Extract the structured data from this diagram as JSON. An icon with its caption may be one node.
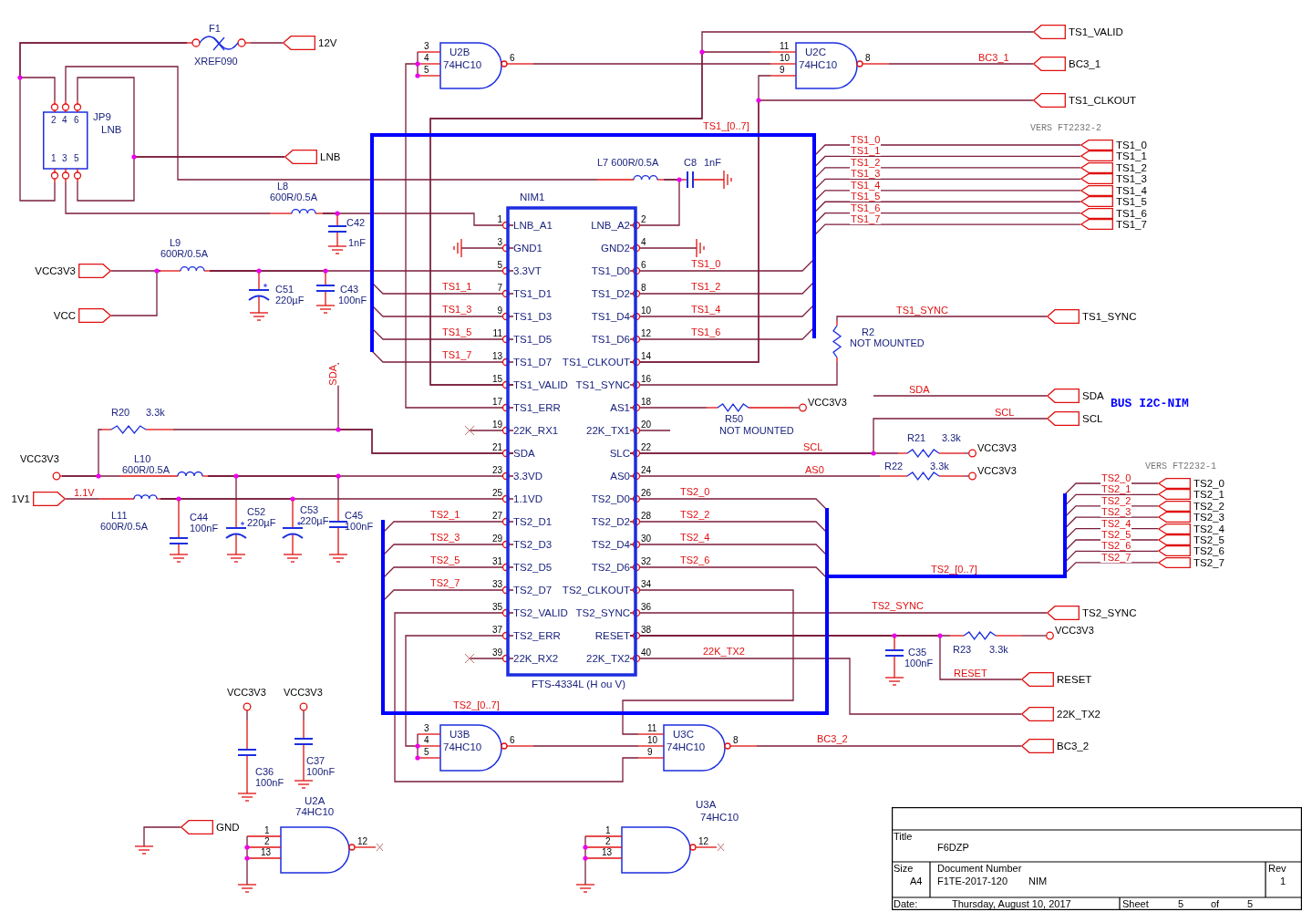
{
  "diagram": {
    "nodes": [
      {
        "text": [
          "F1",
          "XREF090"
        ]
      },
      {
        "text": [
          "12V"
        ]
      },
      {
        "text": [
          "JP9",
          "LNB",
          "2",
          "4",
          "6",
          "1",
          "3",
          "5"
        ]
      },
      {
        "text": [
          "LNB"
        ]
      },
      {
        "text": [
          "U2B",
          "74HC10",
          "3",
          "4",
          "5",
          "6"
        ]
      },
      {
        "text": [
          "U2C",
          "74HC10",
          "11",
          "10",
          "9",
          "8"
        ]
      },
      {
        "text": [
          "TS1_VALID"
        ]
      },
      {
        "text": [
          "BC3_1"
        ]
      },
      {
        "text": [
          "TS1_CLKOUT"
        ]
      },
      {
        "text": [
          "L7 600R/0.5A"
        ]
      },
      {
        "text": [
          "C8",
          "1nF"
        ]
      },
      {
        "text": [
          "L8",
          "600R/0.5A"
        ]
      },
      {
        "text": [
          "C42",
          "1nF"
        ]
      },
      {
        "text": [
          "L9",
          "600R/0.5A"
        ]
      },
      {
        "text": [
          "VCC3V3"
        ]
      },
      {
        "text": [
          "VCC"
        ]
      },
      {
        "text": [
          "C51",
          "220µF"
        ]
      },
      {
        "text": [
          "C43",
          "100nF"
        ]
      },
      {
        "text": [
          "NIM1",
          "FTS-4334L (H ou V)"
        ]
      },
      {
        "text": [
          "LNB_A1"
        ],
        "beside": [
          "1"
        ],
        "in": 18
      },
      {
        "text": [
          "LNB_A2"
        ],
        "beside": [
          "2"
        ],
        "in": 18
      },
      {
        "text": [
          "GND1"
        ],
        "beside": [
          "3"
        ],
        "in": 18
      },
      {
        "text": [
          "GND2"
        ],
        "beside": [
          "4"
        ],
        "in": 18
      },
      {
        "text": [
          "3.3VT"
        ],
        "beside": [
          "5"
        ],
        "in": 18
      },
      {
        "text": [
          "TS1_D0"
        ],
        "beside": [
          "6"
        ],
        "in": 18
      },
      {
        "text": [
          "TS1_D1"
        ],
        "beside": [
          "7"
        ],
        "in": 18
      },
      {
        "text": [
          "TS1_D2"
        ],
        "beside": [
          "8"
        ],
        "in": 18
      },
      {
        "text": [
          "TS1_D3"
        ],
        "beside": [
          "9"
        ],
        "in": 18
      },
      {
        "text": [
          "TS1_D4"
        ],
        "beside": [
          "10"
        ],
        "in": 18
      },
      {
        "text": [
          "TS1_D5"
        ],
        "beside": [
          "11"
        ],
        "in": 18
      },
      {
        "text": [
          "TS1_D6"
        ],
        "beside": [
          "12"
        ],
        "in": 18
      },
      {
        "text": [
          "TS1_D7"
        ],
        "beside": [
          "13"
        ],
        "in": 18
      },
      {
        "text": [
          "TS1_CLKOUT"
        ],
        "beside": [
          "14"
        ],
        "in": 18
      },
      {
        "text": [
          "TS1_VALID"
        ],
        "beside": [
          "15"
        ],
        "in": 18
      },
      {
        "text": [
          "TS1_SYNC"
        ],
        "beside": [
          "16"
        ],
        "in": 18
      },
      {
        "text": [
          "TS1_ERR"
        ],
        "beside": [
          "17"
        ],
        "in": 18
      },
      {
        "text": [
          "AS1"
        ],
        "beside": [
          "18"
        ],
        "in": 18
      },
      {
        "text": [
          "22K_RX1"
        ],
        "beside": [
          "19"
        ],
        "in": 18
      },
      {
        "text": [
          "22K_TX1"
        ],
        "beside": [
          "20"
        ],
        "in": 18
      },
      {
        "text": [
          "SDA"
        ],
        "beside": [
          "21"
        ],
        "in": 18
      },
      {
        "text": [
          "SLC"
        ],
        "beside": [
          "22"
        ],
        "in": 18
      },
      {
        "text": [
          "3.3VD"
        ],
        "beside": [
          "23"
        ],
        "in": 18
      },
      {
        "text": [
          "AS0"
        ],
        "beside": [
          "24"
        ],
        "in": 18
      },
      {
        "text": [
          "1.1VD"
        ],
        "beside": [
          "25"
        ],
        "in": 18
      },
      {
        "text": [
          "TS2_D0"
        ],
        "beside": [
          "26"
        ],
        "in": 18
      },
      {
        "text": [
          "TS2_D1"
        ],
        "beside": [
          "27"
        ],
        "in": 18
      },
      {
        "text": [
          "TS2_D2"
        ],
        "beside": [
          "28"
        ],
        "in": 18
      },
      {
        "text": [
          "TS2_D3"
        ],
        "beside": [
          "29"
        ],
        "in": 18
      },
      {
        "text": [
          "TS2_D4"
        ],
        "beside": [
          "30"
        ],
        "in": 18
      },
      {
        "text": [
          "TS2_D5"
        ],
        "beside": [
          "31"
        ],
        "in": 18
      },
      {
        "text": [
          "TS2_D6"
        ],
        "beside": [
          "32"
        ],
        "in": 18
      },
      {
        "text": [
          "TS2_D7"
        ],
        "beside": [
          "33"
        ],
        "in": 18
      },
      {
        "text": [
          "TS2_CLKOUT"
        ],
        "beside": [
          "34"
        ],
        "in": 18
      },
      {
        "text": [
          "TS2_VALID"
        ],
        "beside": [
          "35"
        ],
        "in": 18
      },
      {
        "text": [
          "TS2_SYNC"
        ],
        "beside": [
          "36"
        ],
        "in": 18
      },
      {
        "text": [
          "TS2_ERR"
        ],
        "beside": [
          "37"
        ],
        "in": 18
      },
      {
        "text": [
          "RESET"
        ],
        "beside": [
          "38"
        ],
        "in": 18
      },
      {
        "text": [
          "22K_RX2"
        ],
        "beside": [
          "39"
        ],
        "in": 18
      },
      {
        "text": [
          "22K_TX2"
        ],
        "beside": [
          "40"
        ],
        "in": 18
      },
      {
        "text": [
          "TS1_0"
        ]
      },
      {
        "text": [
          "TS1_1"
        ]
      },
      {
        "text": [
          "TS1_2"
        ]
      },
      {
        "text": [
          "TS1_3"
        ]
      },
      {
        "text": [
          "TS1_4"
        ]
      },
      {
        "text": [
          "TS1_5"
        ]
      },
      {
        "text": [
          "TS1_6"
        ]
      },
      {
        "text": [
          "TS1_7"
        ]
      },
      {
        "text": [
          "R2",
          "NOT MOUNTED"
        ]
      },
      {
        "text": [
          "TS1_SYNC"
        ]
      },
      {
        "text": [
          "SDA"
        ]
      },
      {
        "text": [
          "SCL"
        ]
      },
      {
        "text": [
          "R50",
          "NOT MOUNTED"
        ]
      },
      {
        "text": [
          "VCC3V3"
        ]
      },
      {
        "text": [
          "R21",
          "3.3k"
        ]
      },
      {
        "text": [
          "VCC3V3"
        ]
      },
      {
        "text": [
          "R22",
          "3.3k"
        ]
      },
      {
        "text": [
          "VCC3V3"
        ]
      },
      {
        "text": [
          "R20",
          "3.3k"
        ]
      },
      {
        "text": [
          "VCC3V3"
        ]
      },
      {
        "text": [
          "L10",
          "600R/0.5A"
        ]
      },
      {
        "text": [
          "1V1"
        ]
      },
      {
        "text": [
          "L11",
          "600R/0.5A"
        ]
      },
      {
        "text": [
          "C44",
          "100nF"
        ]
      },
      {
        "text": [
          "C52",
          "220µF"
        ]
      },
      {
        "text": [
          "C53",
          "220µF"
        ]
      },
      {
        "text": [
          "C45",
          "100nF"
        ]
      },
      {
        "text": [
          "TS2_0"
        ]
      },
      {
        "text": [
          "TS2_1"
        ]
      },
      {
        "text": [
          "TS2_2"
        ]
      },
      {
        "text": [
          "TS2_3"
        ]
      },
      {
        "text": [
          "TS2_4"
        ]
      },
      {
        "text": [
          "TS2_5"
        ]
      },
      {
        "text": [
          "TS2_6"
        ]
      },
      {
        "text": [
          "TS2_7"
        ]
      },
      {
        "text": [
          "TS2_SYNC"
        ]
      },
      {
        "text": [
          "C35",
          "100nF"
        ]
      },
      {
        "text": [
          "R23",
          "3.3k"
        ]
      },
      {
        "text": [
          "VCC3V3"
        ]
      },
      {
        "text": [
          "RESET"
        ]
      },
      {
        "text": [
          "22K_TX2"
        ]
      },
      {
        "text": [
          "U3B",
          "74HC10",
          "3",
          "4",
          "5",
          "6"
        ]
      },
      {
        "text": [
          "U3C",
          "74HC10",
          "11",
          "10",
          "9",
          "8"
        ]
      },
      {
        "text": [
          "BC3_2"
        ]
      },
      {
        "text": [
          "VCC3V3"
        ]
      },
      {
        "text": [
          "C36",
          "100nF"
        ]
      },
      {
        "text": [
          "VCC3V3"
        ]
      },
      {
        "text": [
          "C37",
          "100nF"
        ]
      },
      {
        "text": [
          "U2A",
          "74HC10",
          "1",
          "2",
          "13",
          "12"
        ]
      },
      {
        "text": [
          "GND"
        ]
      },
      {
        "text": [
          "U3A",
          "74HC10",
          "1",
          "2",
          "13",
          "12"
        ]
      }
    ],
    "edges": [
      {
        "from": 2,
        "to": 0,
        "arrow": "none"
      },
      {
        "from": 2,
        "to": 0,
        "arrow": "none"
      },
      {
        "from": 0,
        "to": 1,
        "arrow": "none"
      },
      {
        "from": 2,
        "to": 9,
        "arrow": "none"
      },
      {
        "from": 2,
        "to": 3,
        "arrow": "none"
      },
      {
        "from": 2,
        "to": 3,
        "arrow": "none"
      },
      {
        "from": 2,
        "to": 11,
        "arrow": "none"
      },
      {
        "from": 9,
        "to": 10,
        "arrow": "none"
      },
      {
        "from": 9,
        "to": 20,
        "arrow": "none"
      },
      {
        "from": 11,
        "to": 19,
        "arrow": "none"
      },
      {
        "from": 12,
        "to": 11,
        "arrow": "none"
      },
      {
        "from": 14,
        "to": 13,
        "arrow": "none"
      },
      {
        "from": 15,
        "to": 13,
        "arrow": "none"
      },
      {
        "from": 13,
        "to": 23,
        "arrow": "none"
      },
      {
        "from": 16,
        "to": 13,
        "arrow": "none"
      },
      {
        "from": 17,
        "to": 13,
        "arrow": "none"
      },
      {
        "from": 35,
        "to": 4,
        "arrow": "none"
      },
      {
        "from": 4,
        "to": 5,
        "arrow": "none"
      },
      {
        "from": 5,
        "to": 7,
        "arrow": "none",
        "label": "BC3_1"
      },
      {
        "from": 33,
        "to": 6,
        "arrow": "none"
      },
      {
        "from": 33,
        "to": 5,
        "arrow": "none"
      },
      {
        "from": 32,
        "to": 8,
        "arrow": "none"
      },
      {
        "from": 32,
        "to": 5,
        "arrow": "none"
      },
      {
        "from": 24,
        "to": 59,
        "arrow": "none",
        "label": "TS1_0"
      },
      {
        "from": 25,
        "to": 60,
        "arrow": "none",
        "label": "TS1_1"
      },
      {
        "from": 26,
        "to": 61,
        "arrow": "none",
        "label": "TS1_2"
      },
      {
        "from": 27,
        "to": 62,
        "arrow": "none",
        "label": "TS1_3"
      },
      {
        "from": 28,
        "to": 63,
        "arrow": "none",
        "label": "TS1_4"
      },
      {
        "from": 29,
        "to": 64,
        "arrow": "none",
        "label": "TS1_5"
      },
      {
        "from": 30,
        "to": 65,
        "arrow": "none",
        "label": "TS1_6"
      },
      {
        "from": 31,
        "to": 66,
        "arrow": "none",
        "label": "TS1_7"
      },
      {
        "from": 34,
        "to": 67,
        "arrow": "none"
      },
      {
        "from": 67,
        "to": 68,
        "arrow": "none",
        "label": "TS1_SYNC"
      },
      {
        "from": 36,
        "to": 71,
        "arrow": "none"
      },
      {
        "from": 71,
        "to": 72,
        "arrow": "none"
      },
      {
        "from": null,
        "to": 69,
        "arrow": "none",
        "label": "SDA"
      },
      {
        "from": 40,
        "to": 73,
        "arrow": "none",
        "label": "SCL"
      },
      {
        "from": 40,
        "to": 70,
        "arrow": "none",
        "label": "SCL"
      },
      {
        "from": 73,
        "to": 74,
        "arrow": "none"
      },
      {
        "from": 42,
        "to": 75,
        "arrow": "none",
        "label": "AS0"
      },
      {
        "from": 75,
        "to": 76,
        "arrow": "none"
      },
      {
        "from": 39,
        "to": 77,
        "arrow": "none"
      },
      {
        "from": 39,
        "to": null,
        "arrow": "none",
        "label": "SDA"
      },
      {
        "from": 78,
        "to": 77,
        "arrow": "none"
      },
      {
        "from": 78,
        "to": 79,
        "arrow": "none"
      },
      {
        "from": 79,
        "to": 41,
        "arrow": "none"
      },
      {
        "from": 83,
        "to": 79,
        "arrow": "none"
      },
      {
        "from": 85,
        "to": 79,
        "arrow": "none"
      },
      {
        "from": 80,
        "to": 81,
        "arrow": "none",
        "label": "1.1V"
      },
      {
        "from": 81,
        "to": 43,
        "arrow": "none"
      },
      {
        "from": 82,
        "to": 81,
        "arrow": "none"
      },
      {
        "from": 84,
        "to": 81,
        "arrow": "none"
      },
      {
        "from": 44,
        "to": 86,
        "arrow": "none",
        "label": "TS2_0"
      },
      {
        "from": 45,
        "to": 87,
        "arrow": "none",
        "label": "TS2_1"
      },
      {
        "from": 46,
        "to": 88,
        "arrow": "none",
        "label": "TS2_2"
      },
      {
        "from": 47,
        "to": 89,
        "arrow": "none",
        "label": "TS2_3"
      },
      {
        "from": 48,
        "to": 90,
        "arrow": "none",
        "label": "TS2_4"
      },
      {
        "from": 49,
        "to": 91,
        "arrow": "none",
        "label": "TS2_5"
      },
      {
        "from": 50,
        "to": 92,
        "arrow": "none",
        "label": "TS2_6"
      },
      {
        "from": 51,
        "to": 93,
        "arrow": "none",
        "label": "TS2_7"
      },
      {
        "from": 54,
        "to": 94,
        "arrow": "none",
        "label": "TS2_SYNC"
      },
      {
        "from": 56,
        "to": 96,
        "arrow": "none"
      },
      {
        "from": 95,
        "to": 56,
        "arrow": "none"
      },
      {
        "from": 96,
        "to": 97,
        "arrow": "none"
      },
      {
        "from": 56,
        "to": 98,
        "arrow": "none",
        "label": "RESET"
      },
      {
        "from": 58,
        "to": 99,
        "arrow": "none",
        "label": "22K_TX2"
      },
      {
        "from": 55,
        "to": 100,
        "arrow": "none"
      },
      {
        "from": 53,
        "to": 101,
        "arrow": "none"
      },
      {
        "from": 52,
        "to": 101,
        "arrow": "none"
      },
      {
        "from": 100,
        "to": 101,
        "arrow": "none"
      },
      {
        "from": 101,
        "to": 102,
        "arrow": "none",
        "label": "BC3_2"
      },
      {
        "from": 103,
        "to": 104,
        "arrow": "none"
      },
      {
        "from": 105,
        "to": 106,
        "arrow": "none"
      },
      {
        "from": null,
        "to": 108,
        "arrow": "none"
      },
      {
        "from": 21,
        "to": null,
        "arrow": "none"
      },
      {
        "from": 22,
        "to": null,
        "arrow": "none"
      },
      {
        "from": 37,
        "to": null,
        "arrow": "none"
      },
      {
        "from": 38,
        "to": null,
        "arrow": "none"
      },
      {
        "from": 57,
        "to": null,
        "arrow": "none"
      }
    ],
    "labels": [
      "TS1_[0..7]",
      "VERS FT2232-2",
      "TS1_0",
      "TS1_1",
      "TS1_2",
      "TS1_3",
      "TS1_4",
      "TS1_5",
      "TS1_6",
      "TS1_7",
      "BUS I2C-NIM",
      "VERS FT2232-1",
      "TS2_0",
      "TS2_1",
      "TS2_2",
      "TS2_3",
      "TS2_4",
      "TS2_5",
      "TS2_6",
      "TS2_7",
      "TS2_[0..7]",
      "TS2_[0..7]",
      "Title",
      "F6DZP",
      "Size",
      "A4",
      "Document Number",
      "F1TE-2017-120",
      "NIM",
      "Rev",
      "1",
      "Date:",
      "Thursday, August 10, 2017",
      "Sheet",
      "5",
      "of",
      "5"
    ]
  }
}
